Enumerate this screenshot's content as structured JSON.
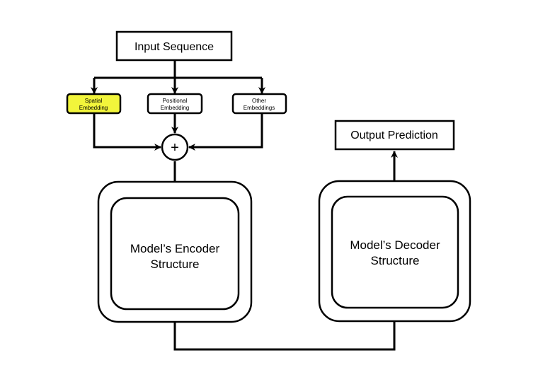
{
  "diagram": {
    "input": {
      "label": "Input Sequence"
    },
    "embeddings": [
      {
        "line1": "Spatial",
        "line2": "Embedding",
        "highlight": true
      },
      {
        "line1": "Positional",
        "line2": "Embedding",
        "highlight": false
      },
      {
        "line1": "Other",
        "line2": "Embeddings",
        "highlight": false
      }
    ],
    "combine": {
      "symbol": "+"
    },
    "encoder": {
      "line1": "Model’s Encoder",
      "line2": "Structure"
    },
    "decoder": {
      "line1": "Model’s Decoder",
      "line2": "Structure"
    },
    "output": {
      "label": "Output Prediction"
    }
  },
  "colors": {
    "stroke": "#000000",
    "highlight": "#f2f53b",
    "background": "#ffffff"
  }
}
